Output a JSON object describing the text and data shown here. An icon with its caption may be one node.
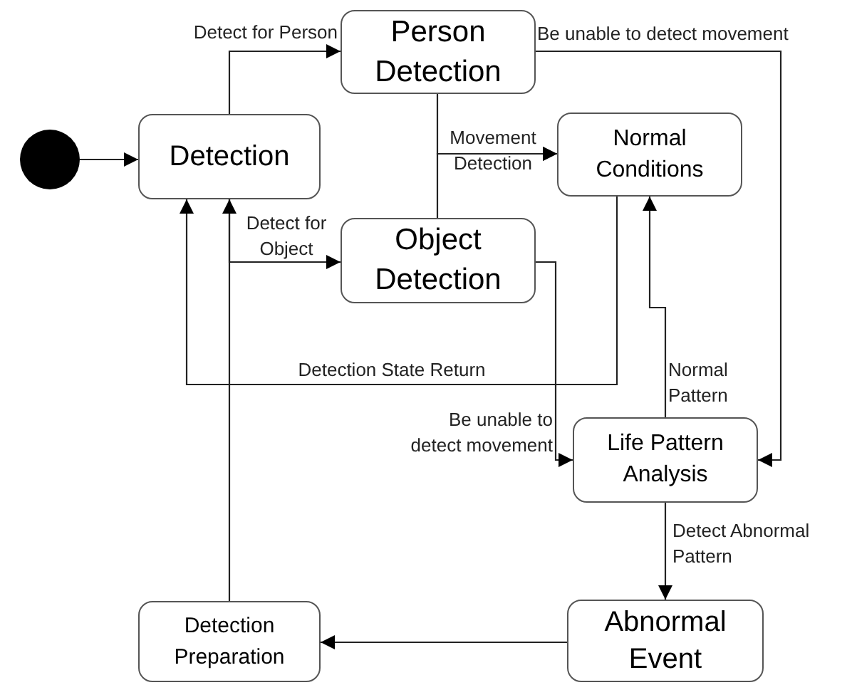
{
  "diagram": {
    "nodes": [
      {
        "text": [],
        "shape": "circle"
      },
      {
        "text": [
          "Detection"
        ]
      },
      {
        "text": [
          "Person Detection"
        ]
      },
      {
        "text": [
          "Normal Conditions"
        ]
      },
      {
        "text": [
          "Object Detection"
        ]
      },
      {
        "text": [
          "Life Pattern Analysis"
        ]
      },
      {
        "text": [
          "Abnormal Event"
        ]
      },
      {
        "text": [
          "Detection Preparation"
        ]
      }
    ],
    "edges": [
      {
        "from": 0,
        "to": 1,
        "arrow": "to"
      },
      {
        "from": 1,
        "to": 2,
        "arrow": "to",
        "label": "Detect for Person"
      },
      {
        "from": 1,
        "to": 4,
        "arrow": "to",
        "label": "Detect for Object"
      },
      {
        "from": 2,
        "to": 3,
        "arrow": "to",
        "label": "Movement Detection"
      },
      {
        "from": 4,
        "to": 3,
        "arrow": "to"
      },
      {
        "from": 2,
        "to": 5,
        "arrow": "to",
        "label": "Be unable to detect movement"
      },
      {
        "from": 4,
        "to": 5,
        "arrow": "to",
        "label": "Be unable to detect movement"
      },
      {
        "from": 3,
        "to": 1,
        "arrow": "to",
        "label": "Detection State Return"
      },
      {
        "from": 5,
        "to": 3,
        "arrow": "to",
        "label": "Normal Pattern"
      },
      {
        "from": 5,
        "to": 6,
        "arrow": "to",
        "label": "Detect Abnormal Pattern"
      },
      {
        "from": 6,
        "to": 7,
        "arrow": "to"
      },
      {
        "from": 7,
        "to": 1,
        "arrow": "to"
      }
    ]
  }
}
